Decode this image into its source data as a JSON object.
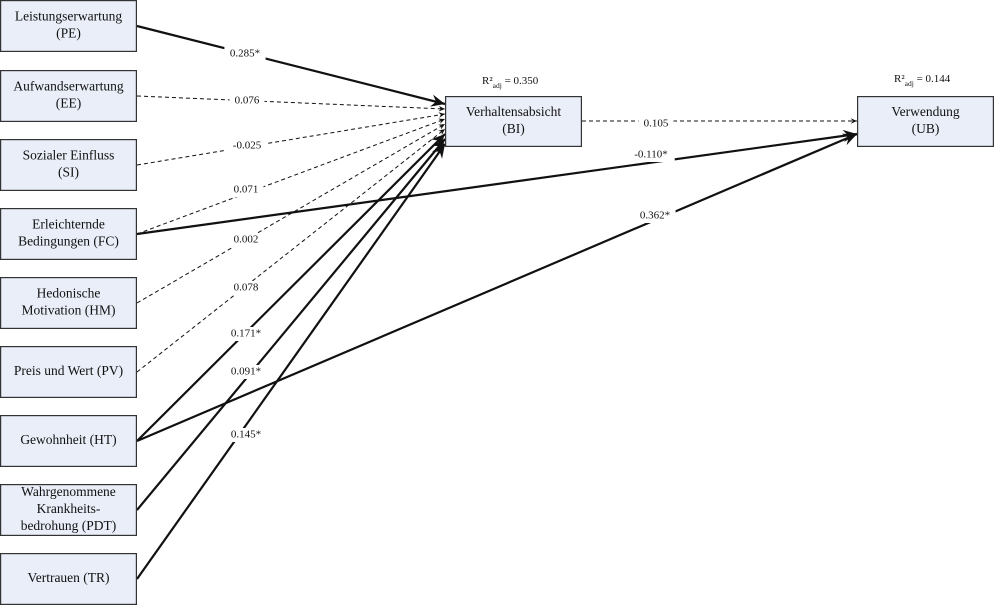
{
  "nodes": [
    {
      "id": "PE",
      "lines": [
        "Leistungserwartung",
        "(PE)"
      ]
    },
    {
      "id": "EE",
      "lines": [
        "Aufwandserwartung",
        "(EE)"
      ]
    },
    {
      "id": "SI",
      "lines": [
        "Sozialer Einfluss",
        "(SI)"
      ]
    },
    {
      "id": "FC",
      "lines": [
        "Erleichternde",
        "Bedingungen (FC)"
      ]
    },
    {
      "id": "HM",
      "lines": [
        "Hedonische",
        "Motivation (HM)"
      ]
    },
    {
      "id": "PV",
      "lines": [
        "Preis und Wert (PV)"
      ]
    },
    {
      "id": "HT",
      "lines": [
        "Gewohnheit (HT)"
      ]
    },
    {
      "id": "PDT",
      "lines": [
        "Wahrgenommene",
        "Krankheits-",
        "bedrohung (PDT)"
      ]
    },
    {
      "id": "TR",
      "lines": [
        "Vertrauen (TR)"
      ]
    },
    {
      "id": "BI",
      "lines": [
        "Verhaltensabsicht",
        "(BI)"
      ]
    },
    {
      "id": "UB",
      "lines": [
        "Verwendung",
        "(UB)"
      ]
    }
  ],
  "r2": [
    {
      "node": "BI",
      "prefix": "R²",
      "sub": "adj",
      "value": " = 0.350"
    },
    {
      "node": "UB",
      "prefix": "R²",
      "sub": "adj",
      "value": " = 0.144"
    }
  ],
  "edges": [
    {
      "from": "PE",
      "to": "BI",
      "label": "0.285*",
      "significant": true
    },
    {
      "from": "EE",
      "to": "BI",
      "label": "0.076",
      "significant": false
    },
    {
      "from": "SI",
      "to": "BI",
      "label": "-0.025",
      "significant": false
    },
    {
      "from": "FC",
      "to": "BI",
      "label": "0.071",
      "significant": false
    },
    {
      "from": "HM",
      "to": "BI",
      "label": "0.002",
      "significant": false
    },
    {
      "from": "PV",
      "to": "BI",
      "label": "0.078",
      "significant": false
    },
    {
      "from": "HT",
      "to": "BI",
      "label": "0.171*",
      "significant": true
    },
    {
      "from": "PDT",
      "to": "BI",
      "label": "0.091*",
      "significant": true
    },
    {
      "from": "TR",
      "to": "BI",
      "label": "0.145*",
      "significant": true
    },
    {
      "from": "BI",
      "to": "UB",
      "label": "0.105",
      "significant": false
    },
    {
      "from": "FC",
      "to": "UB",
      "label": "-0.110*",
      "significant": true
    },
    {
      "from": "HT",
      "to": "UB",
      "label": "0.362*",
      "significant": true
    }
  ],
  "colors": {
    "node_fill": "#e9eef8",
    "node_stroke": "#333333",
    "line": "#111111"
  }
}
